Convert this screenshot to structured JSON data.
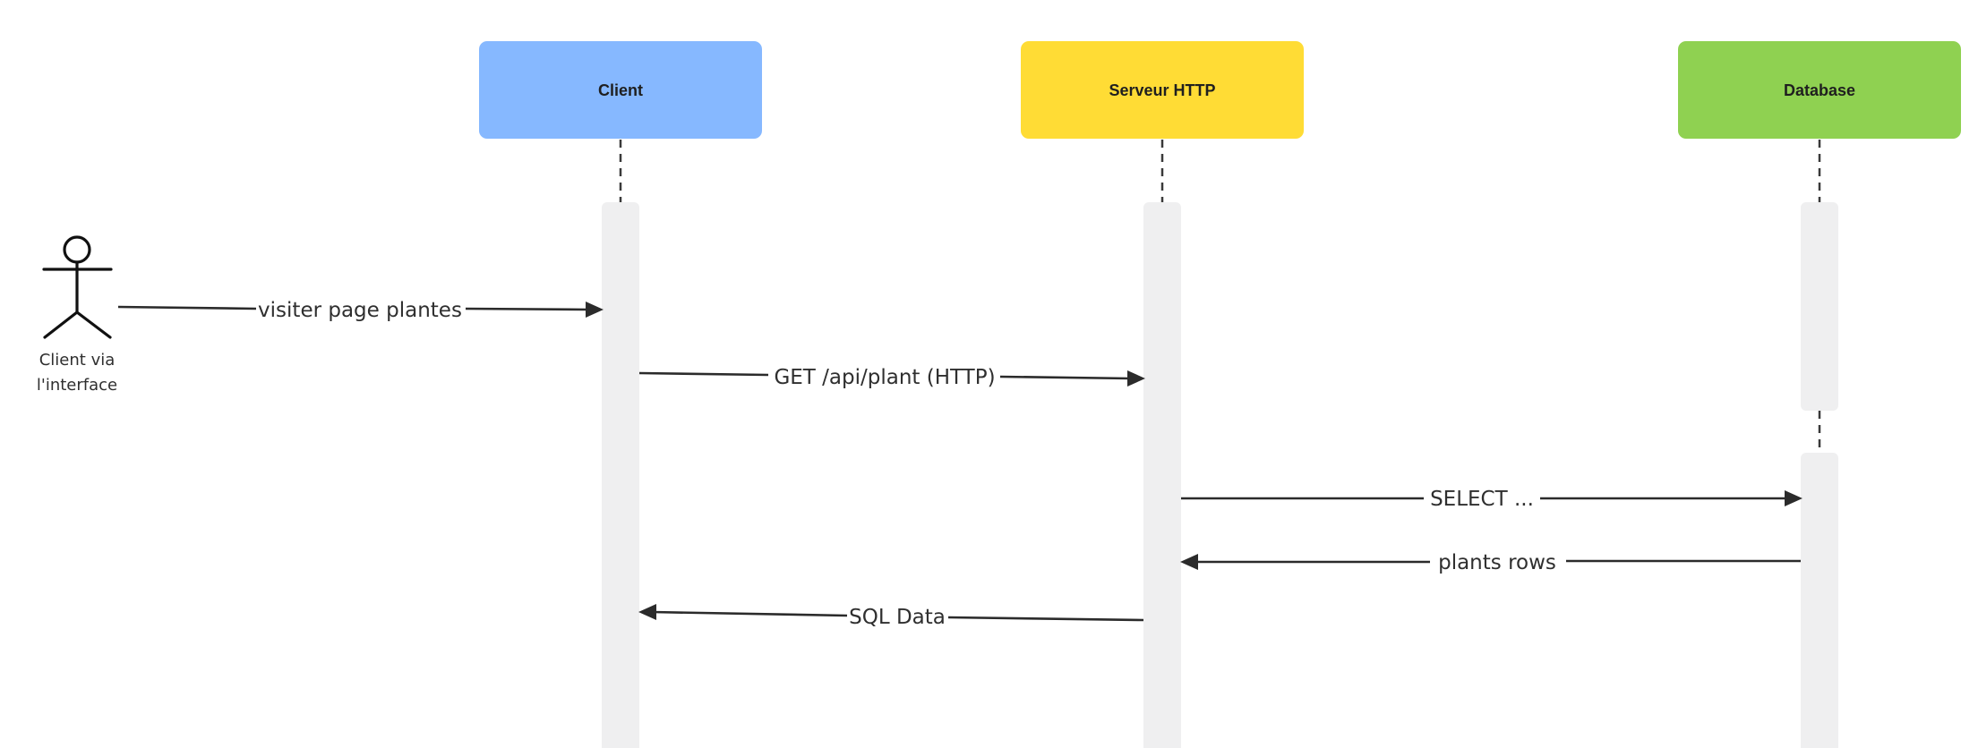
{
  "diagram": {
    "type": "sequence",
    "actor": {
      "label_line1": "Client via",
      "label_line2": "l'interface",
      "icon": "stick-figure-icon"
    },
    "participants": [
      {
        "id": "client",
        "label": "Client",
        "color": "#86b8ff"
      },
      {
        "id": "server",
        "label": "Serveur HTTP",
        "color": "#ffdc35"
      },
      {
        "id": "database",
        "label": "Database",
        "color": "#8fd151"
      }
    ],
    "messages": [
      {
        "from": "actor",
        "to": "client",
        "label": "visiter page plantes"
      },
      {
        "from": "client",
        "to": "server",
        "label": "GET /api/plant (HTTP)"
      },
      {
        "from": "server",
        "to": "database",
        "label": "SELECT ..."
      },
      {
        "from": "database",
        "to": "server",
        "label": "plants rows"
      },
      {
        "from": "server",
        "to": "client",
        "label": "SQL Data"
      }
    ]
  }
}
